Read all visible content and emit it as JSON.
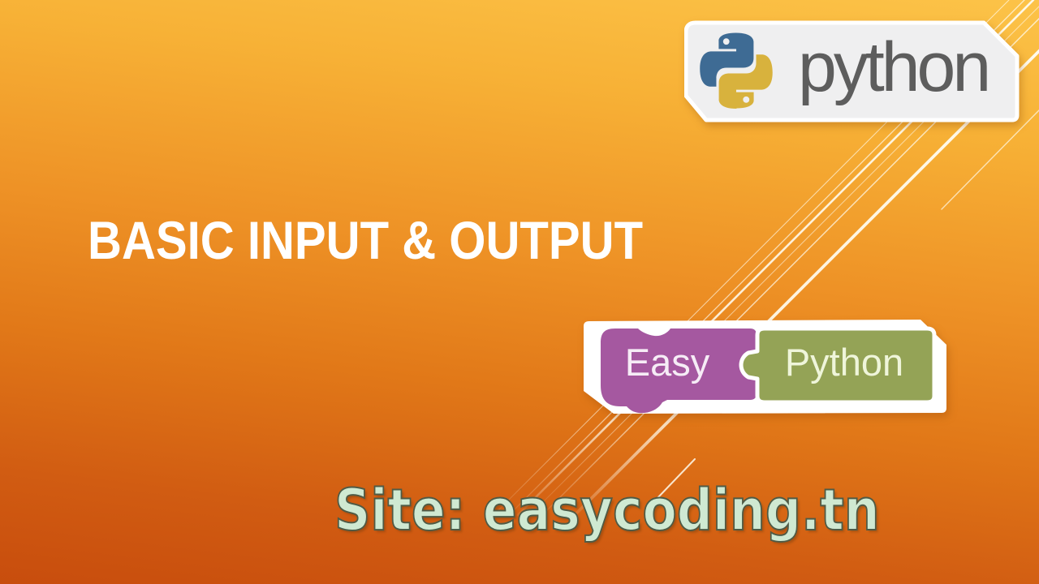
{
  "slide": {
    "title": "BASIC INPUT & OUTPUT",
    "site_caption": "Site: easycoding.tn"
  },
  "python_badge": {
    "wordmark": "python",
    "icon": "python-logo-icon"
  },
  "easy_python_badge": {
    "left_block_label": "Easy",
    "right_block_label": "Python",
    "icon": "puzzle-blocks-icon"
  },
  "decor": {
    "diagonal_lines": "white-diagonal-stripes"
  },
  "colors": {
    "background_top": "#fcc348",
    "background_middle": "#ee9226",
    "background_bottom": "#c84d0d",
    "title_text": "#ffffff",
    "site_text_fill": "#cfe9d2",
    "site_text_outline": "#4f5b46",
    "badge_fill": "#efeff0",
    "badge_border": "#ffffff",
    "python_wordmark": "#5d5d5d",
    "python_logo_blue": "#3e6b94",
    "python_logo_yellow": "#d8b23d",
    "easy_block_purple": "#a558a0",
    "python_block_green": "#94a356",
    "diagonal_line": "#fffbee"
  }
}
